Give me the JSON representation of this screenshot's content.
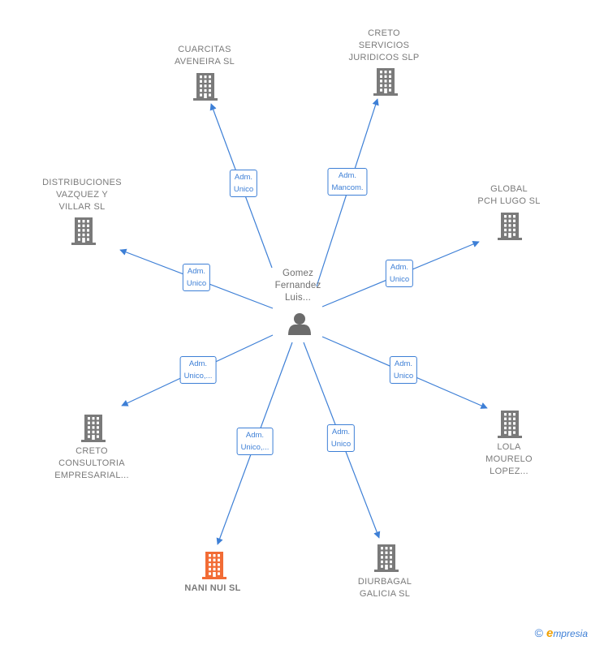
{
  "center": {
    "name_lines": [
      "Gomez",
      "Fernandez",
      "Luis..."
    ]
  },
  "nodes": [
    {
      "id": "cuarcitas",
      "lines": [
        "CUARCITAS",
        "AVENEIRA  SL"
      ],
      "highlight": false,
      "relation": [
        "Adm.",
        "Unico"
      ]
    },
    {
      "id": "creto-servicios",
      "lines": [
        "CRETO",
        "SERVICIOS",
        "JURIDICOS  SLP"
      ],
      "highlight": false,
      "relation": [
        "Adm.",
        "Mancom."
      ]
    },
    {
      "id": "distribuciones",
      "lines": [
        "DISTRIBUCIONES",
        "VAZQUEZ Y",
        "VILLAR  SL"
      ],
      "highlight": false,
      "relation": [
        "Adm.",
        "Unico"
      ]
    },
    {
      "id": "global-pch",
      "lines": [
        "GLOBAL",
        "PCH LUGO  SL"
      ],
      "highlight": false,
      "relation": [
        "Adm.",
        "Unico"
      ]
    },
    {
      "id": "creto-consultoria",
      "lines": [
        "CRETO",
        "CONSULTORIA",
        "EMPRESARIAL..."
      ],
      "highlight": false,
      "relation": [
        "Adm.",
        "Unico,..."
      ]
    },
    {
      "id": "lola-mourelo",
      "lines": [
        "LOLA",
        "MOURELO",
        "LOPEZ..."
      ],
      "highlight": false,
      "relation": [
        "Adm.",
        "Unico"
      ]
    },
    {
      "id": "nani-nui",
      "lines": [
        "NANI NUI  SL"
      ],
      "highlight": true,
      "relation": [
        "Adm.",
        "Unico,..."
      ]
    },
    {
      "id": "diurbagal",
      "lines": [
        "DIURBAGAL",
        "GALICIA SL"
      ],
      "highlight": false,
      "relation": [
        "Adm.",
        "Unico"
      ]
    }
  ],
  "footer": {
    "copyright": "©",
    "brand_first": "e",
    "brand_rest": "mpresia"
  },
  "colors": {
    "edge": "#3d7fd6",
    "building": "#7a7a7a",
    "building_highlight": "#f26c35",
    "person": "#6b6b6b"
  }
}
